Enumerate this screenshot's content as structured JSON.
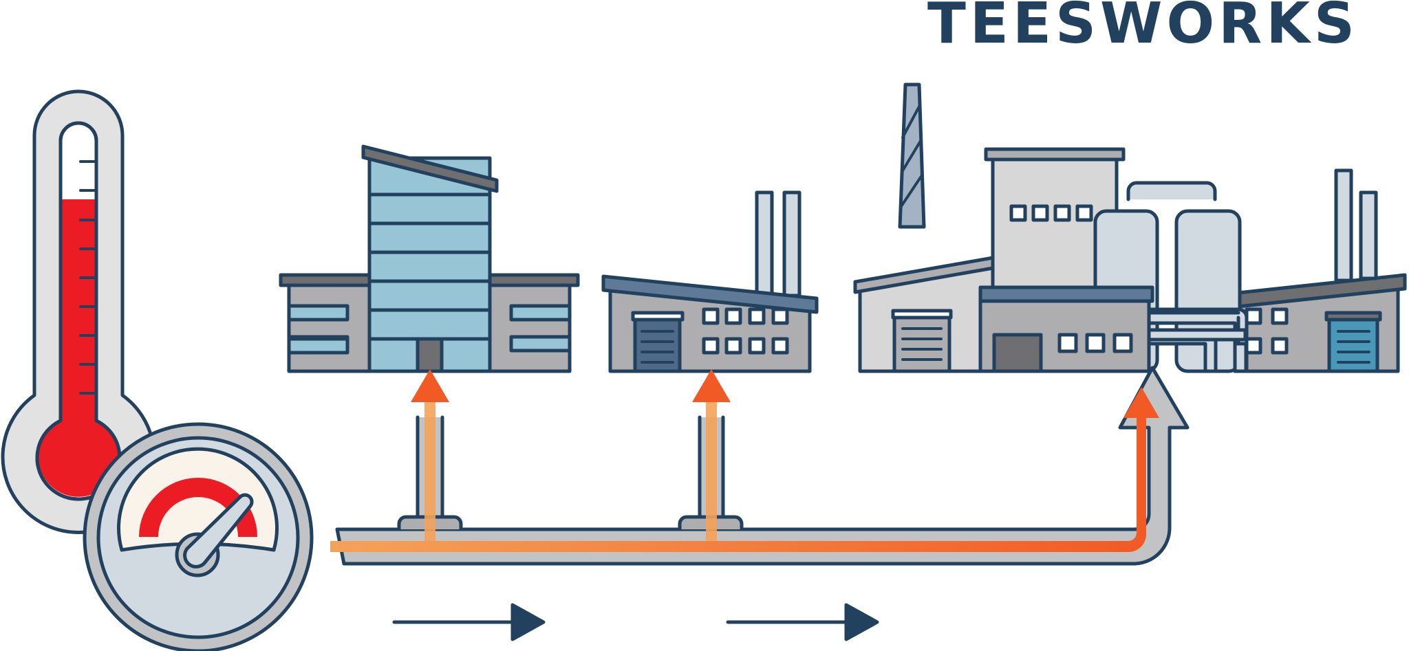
{
  "logo": {
    "text": "TEESWORKS"
  },
  "colors": {
    "outline": "#21415f",
    "heat_red": "#ec1c24",
    "flow_orange": "#f4a259",
    "arrow_orange": "#f15a24",
    "building_gray": "#aeaeb0",
    "glass_blue": "#98c5d6",
    "light_gray": "#d7d7d7",
    "cream": "#faf3ea"
  },
  "icons": [
    "thermometer-icon",
    "pressure-gauge-icon",
    "office-building-icon",
    "warehouse-icon",
    "factory-icon",
    "heat-pipe-icon",
    "direction-arrow-icon"
  ],
  "thermometer": {
    "fill_level": 0.78
  },
  "gauge": {
    "needle": "high"
  }
}
